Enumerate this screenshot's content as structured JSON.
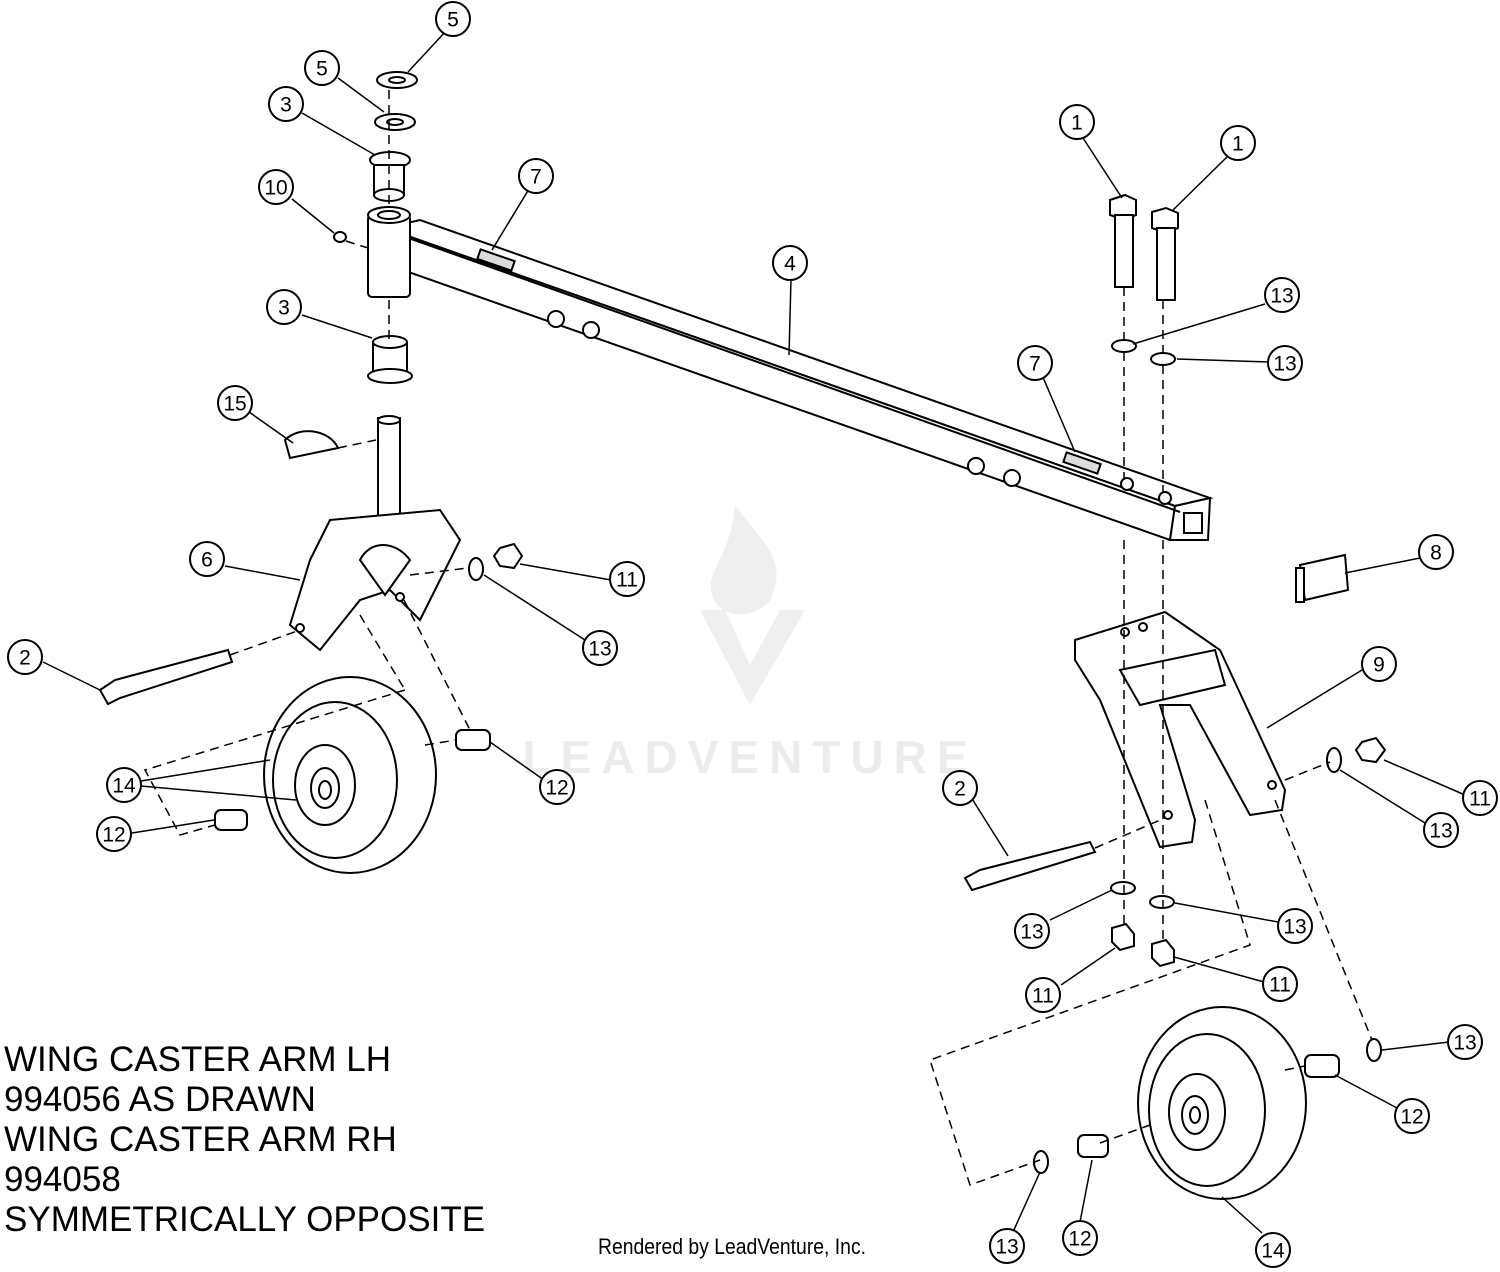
{
  "diagram": {
    "watermark_text": "LEADVENTURE",
    "caption_lines": [
      "WING CASTER ARM LH",
      "994056 AS DRAWN",
      "WING CASTER ARM RH",
      "994058",
      "SYMMETRICALLY OPPOSITE"
    ],
    "footer": "Rendered by LeadVenture, Inc.",
    "callouts": [
      "5",
      "5",
      "3",
      "10",
      "3",
      "15",
      "7",
      "4",
      "1",
      "1",
      "13",
      "13",
      "7",
      "8",
      "6",
      "11",
      "13",
      "2",
      "14",
      "12",
      "12",
      "9",
      "2",
      "11",
      "13",
      "13",
      "13",
      "11",
      "11",
      "13",
      "12",
      "13",
      "12",
      "14"
    ],
    "colors": {
      "line": "#000000",
      "watermark": "#e8e8e8",
      "background": "#ffffff"
    }
  }
}
